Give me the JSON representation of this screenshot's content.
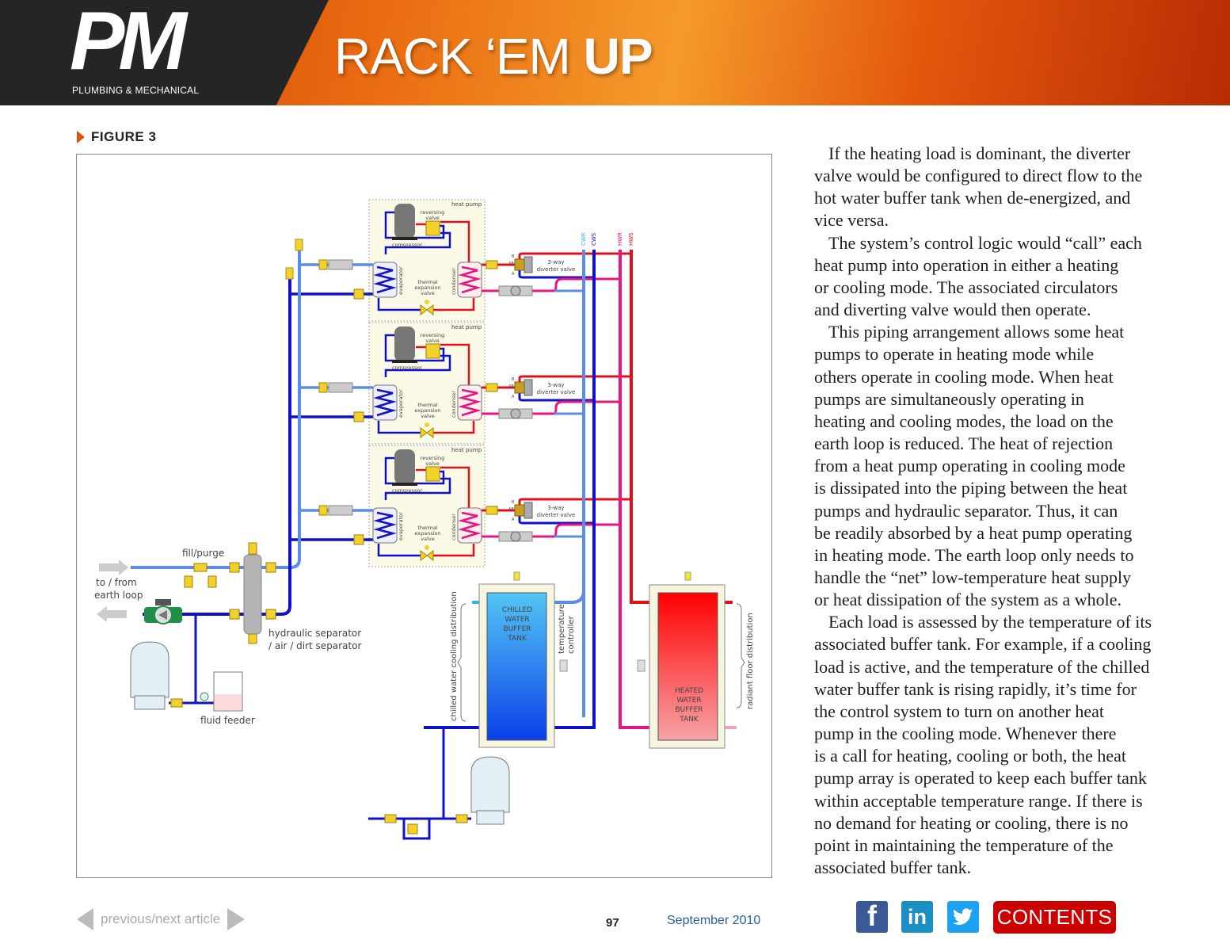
{
  "header": {
    "logo": "PM",
    "logo_subtitle": "PLUMBING & MECHANICAL",
    "title_light": "RACK ‘EM",
    "title_bold": "UP"
  },
  "figure": {
    "label": "FIGURE 3",
    "heat_pump": {
      "title": "heat pump",
      "reversing_valve": [
        "reversing",
        "valve"
      ],
      "compressor": "compressor",
      "evaporator": "evaporator",
      "condenser": "condenser",
      "expansion_valve": [
        "thermal",
        "expansion",
        "valve"
      ],
      "diverter_valve": [
        "3-way",
        "diverter valve"
      ],
      "port_b": "B",
      "port_ab": "AB",
      "port_a": "A"
    },
    "mains": {
      "cwr": "CWR",
      "cws": "CWS",
      "hwr": "HWR",
      "hws": "HWS"
    },
    "fill_purge": "fill/purge",
    "earth_loop": [
      "to / from",
      "earth loop"
    ],
    "separator": [
      "hydraulic separator",
      "/ air / dirt separator"
    ],
    "fluid_feeder": "fluid feeder",
    "chilled_tank": [
      "CHILLED",
      "WATER",
      "BUFFER",
      "TANK"
    ],
    "heated_tank": [
      "HEATED",
      "WATER",
      "BUFFER",
      "TANK"
    ],
    "temperature_controller": [
      "temperature",
      "controller"
    ],
    "chilled_distribution": "chilled water cooling distribution",
    "radiant_distribution": "radiant floor distribution",
    "colors": {
      "hot": "#e0101a",
      "hot_return": "#e8157e",
      "cold": "#1010c8",
      "cold_return": "#5b8de8",
      "valve": "#f2d12a"
    }
  },
  "article": {
    "paragraphs": [
      [
        "If the heating load is dominant, the diverter",
        "valve would be configured to direct flow to the",
        "hot water buffer tank when de-energized, and",
        "vice versa."
      ],
      [
        "The system’s control logic would “call” each",
        "heat pump into operation in either a heating",
        "or cooling mode. The associated circulators",
        "and diverting valve would then operate."
      ],
      [
        "This piping arrangement allows some heat",
        "pumps to operate in heating mode while",
        "others operate in cooling mode. When heat",
        "pumps are simultaneously operating in",
        "heating and cooling modes, the load on the",
        "earth loop is reduced. The heat of rejection",
        "from a heat pump operating in cooling mode",
        "is dissipated into the piping between the heat",
        "pumps and hydraulic separator. Thus, it can",
        "be readily absorbed by a heat pump operating",
        "in heating mode. The earth loop only needs to",
        "handle the “net” low-temperature heat supply",
        "or heat dissipation of the system as a whole."
      ],
      [
        "Each load is assessed by the temperature of its",
        "associated buffer tank. For example, if a cooling",
        "load is active, and the temperature of the chilled",
        "water buffer tank is rising rapidly, it’s time for",
        "the control system to turn on another heat",
        "pump in the cooling mode. Whenever there",
        "is a call for heating, cooling or both, the heat",
        "pump array is operated to keep each buffer tank",
        "within acceptable temperature range. If there is",
        "no demand for heating or cooling, there is no",
        "point in maintaining the temperature of the",
        "associated buffer tank."
      ]
    ]
  },
  "footer": {
    "nav_label": "previous/next article",
    "page_number": "97",
    "issue": "September 2010",
    "facebook": "f",
    "linkedin": "in",
    "contents": "CONTENTS"
  }
}
